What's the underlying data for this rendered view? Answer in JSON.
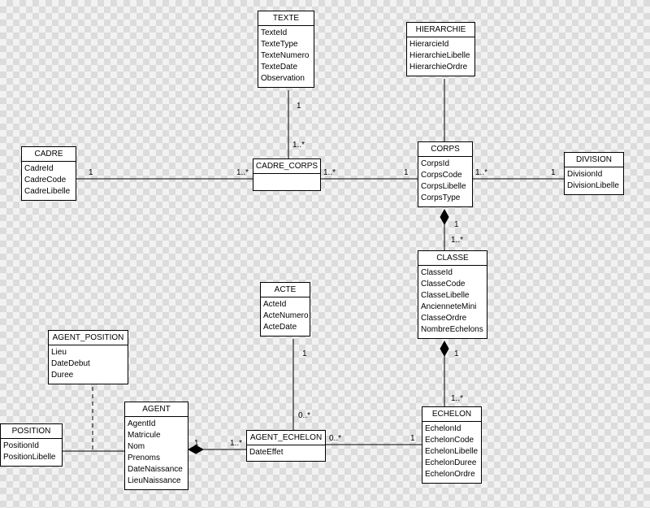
{
  "classes": {
    "texte": {
      "name": "TEXTE",
      "attributes": [
        "TexteId",
        "TexteType",
        "TexteNumero",
        "TexteDate",
        "Observation"
      ]
    },
    "hierarchie": {
      "name": "HIERARCHIE",
      "attributes": [
        "HierarcieId",
        "HierarchieLibelle",
        "HierarchieOrdre"
      ]
    },
    "cadre": {
      "name": "CADRE",
      "attributes": [
        "CadreId",
        "CadreCode",
        "CadreLibelle"
      ]
    },
    "cadre_corps": {
      "name": "CADRE_CORPS",
      "attributes": []
    },
    "corps": {
      "name": "CORPS",
      "attributes": [
        "CorpsId",
        "CorpsCode",
        "CorpsLibelle",
        "CorpsType"
      ]
    },
    "division": {
      "name": "DIVISION",
      "attributes": [
        "DivisionId",
        "DivisionLibelle"
      ]
    },
    "classe": {
      "name": "CLASSE",
      "attributes": [
        "ClasseId",
        "ClasseCode",
        "ClasseLibelle",
        "AncienneteMini",
        "ClasseOrdre",
        "NombreEchelons"
      ]
    },
    "acte": {
      "name": "ACTE",
      "attributes": [
        "ActeId",
        "ActeNumero",
        "ActeDate"
      ]
    },
    "agent_position": {
      "name": "AGENT_POSITION",
      "attributes": [
        "Lieu",
        "DateDebut",
        "Duree"
      ]
    },
    "agent": {
      "name": "AGENT",
      "attributes": [
        "AgentId",
        "Matricule",
        "Nom",
        "Prenoms",
        "DateNaissance",
        "LieuNaissance"
      ]
    },
    "position": {
      "name": "POSITION",
      "attributes": [
        "PositionId",
        "PositionLibelle"
      ]
    },
    "agent_echelon": {
      "name": "AGENT_ECHELON",
      "attributes": [
        "DateEffet"
      ]
    },
    "echelon": {
      "name": "ECHELON",
      "attributes": [
        "EchelonId",
        "EchelonCode",
        "EchelonLibelle",
        "EchelonDuree",
        "EchelonOrdre"
      ]
    }
  },
  "multiplicities": {
    "cadre_side": "1",
    "cadre_corps_left": "1..*",
    "cadre_corps_right": "1..*",
    "corps_left": "1",
    "texte_bottom": "1",
    "cadre_corps_top": "1..*",
    "corps_right": "1..*",
    "division_left": "1",
    "corps_bottom": "1",
    "classe_top": "1..*",
    "classe_bottom": "1",
    "echelon_top": "1..*",
    "acte_bottom": "1",
    "agent_echelon_top": "0..*",
    "agent_echelon_right": "0..*",
    "echelon_left": "1",
    "agent_right": "1",
    "agent_echelon_left": "1..*"
  }
}
